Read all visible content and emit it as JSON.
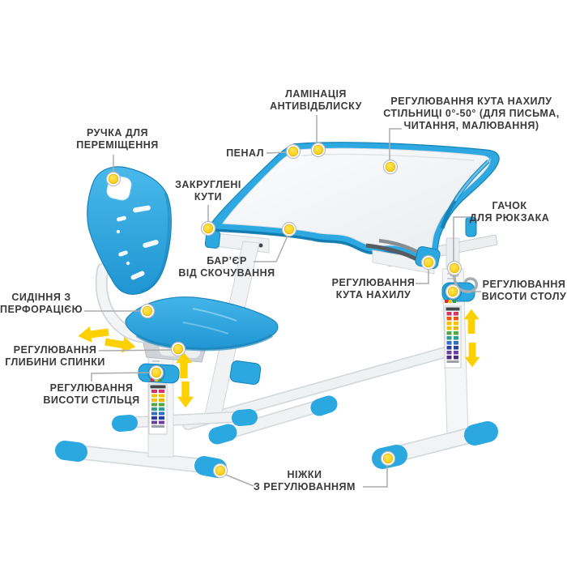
{
  "colors": {
    "plastic_blue": "#2BA8E0",
    "plastic_blue_dark": "#1482B8",
    "frame_white": "#F2F4F5",
    "callout_yellow": "#FFD60B",
    "arrow_yellow": "#FDD000",
    "label_text": "#3A3A3A",
    "connector_line": "#ABABAB",
    "background": "#FFFFFF"
  },
  "labels": [
    {
      "id": "handle",
      "lines": [
        "РУЧКА ДЛЯ",
        "ПЕРЕМІЩЕННЯ"
      ]
    },
    {
      "id": "pencil-case",
      "lines": [
        "ПЕНАЛ"
      ]
    },
    {
      "id": "lamination",
      "lines": [
        "ЛАМІНАЦІЯ",
        "АНТИВІДБЛИСКУ"
      ]
    },
    {
      "id": "tabletop-tilt-range",
      "lines": [
        "РЕГУЛЮВАННЯ КУТА НАХИЛУ",
        "СТІЛЬНИЦІ 0°-50° (ДЛЯ ПИСЬМА,",
        "ЧИТАННЯ, МАЛЮВАННЯ)"
      ]
    },
    {
      "id": "rounded-corners",
      "lines": [
        "ЗАКРУГЛЕНІ",
        "КУТИ"
      ]
    },
    {
      "id": "anti-roll-barrier",
      "lines": [
        "БАР’ЄР",
        "ВІД СКОЧУВАННЯ"
      ]
    },
    {
      "id": "backpack-hook",
      "lines": [
        "ГАЧОК",
        "ДЛЯ РЮКЗАКА"
      ]
    },
    {
      "id": "perforated-seat",
      "lines": [
        "СИДІННЯ З",
        "ПЕРФОРАЦІЄЮ"
      ]
    },
    {
      "id": "tilt-adjustment",
      "lines": [
        "РЕГУЛЮВАННЯ",
        "КУТА НАХИЛУ"
      ]
    },
    {
      "id": "desk-height-adjustment",
      "lines": [
        "РЕГУЛЮВАННЯ",
        "ВИСОТИ СТОЛУ"
      ]
    },
    {
      "id": "backrest-depth-adjustment",
      "lines": [
        "РЕГУЛЮВАННЯ",
        "ГЛИБИНИ СПИНКИ"
      ]
    },
    {
      "id": "chair-height-adjustment",
      "lines": [
        "РЕГУЛЮВАННЯ",
        "ВИСОТИ СТІЛЬЦЯ"
      ]
    },
    {
      "id": "adjustable-feet",
      "lines": [
        "НІЖКИ",
        "З РЕГУЛЮВАННЯМ"
      ]
    }
  ]
}
